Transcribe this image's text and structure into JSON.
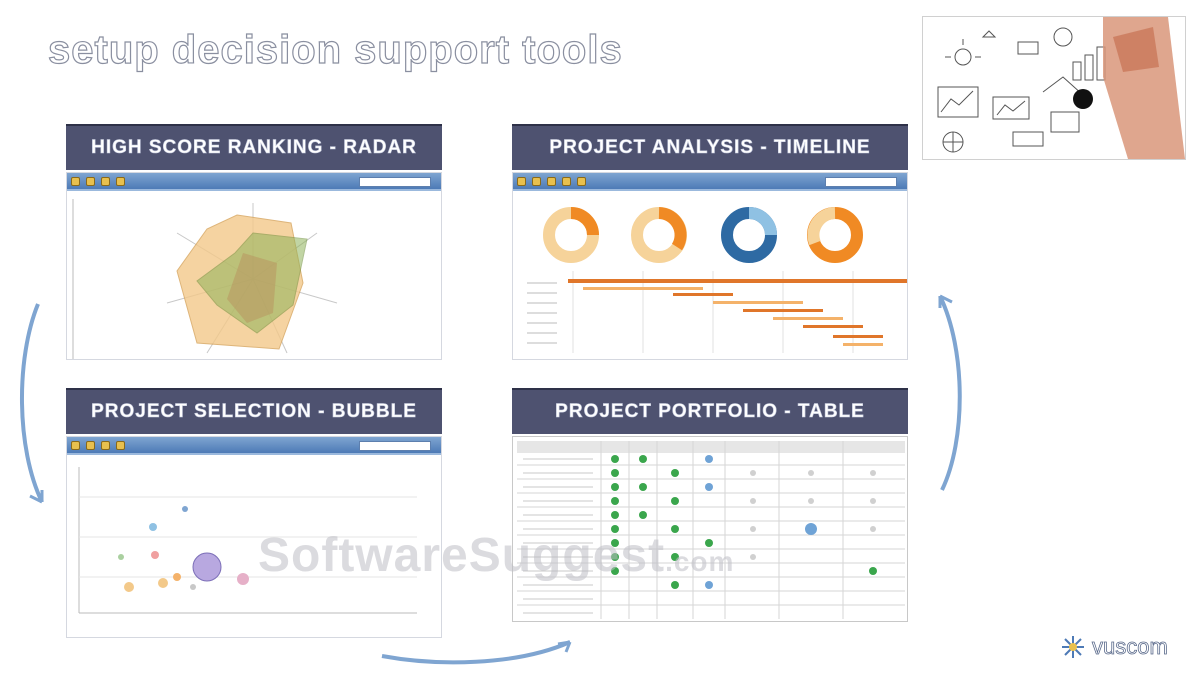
{
  "page": {
    "title": "setup decision support tools",
    "watermark": "SoftwareSuggest",
    "watermark_domain": ".com",
    "logo_text": "vuscom"
  },
  "panels": [
    {
      "title": "HIGH SCORE RANKING - RADAR"
    },
    {
      "title": "PROJECT ANALYSIS - TIMELINE"
    },
    {
      "title": "PROJECT SELECTION - BUBBLE"
    },
    {
      "title": "PROJECT PORTFOLIO - TABLE"
    }
  ],
  "colors": {
    "header_bg": "#4e5270",
    "toolbar_blue": "#4d7ab6",
    "radar_fill": "#f3c98a",
    "radar_green": "#8fb35a",
    "donut_orange": "#f08a24",
    "donut_blue": "#2e6aa3",
    "gantt_orange": "#e0762a",
    "table_green": "#3aa64c"
  },
  "icons": [
    "decision-collage-icon",
    "circular-arrow-icon",
    "logo-star-icon"
  ]
}
